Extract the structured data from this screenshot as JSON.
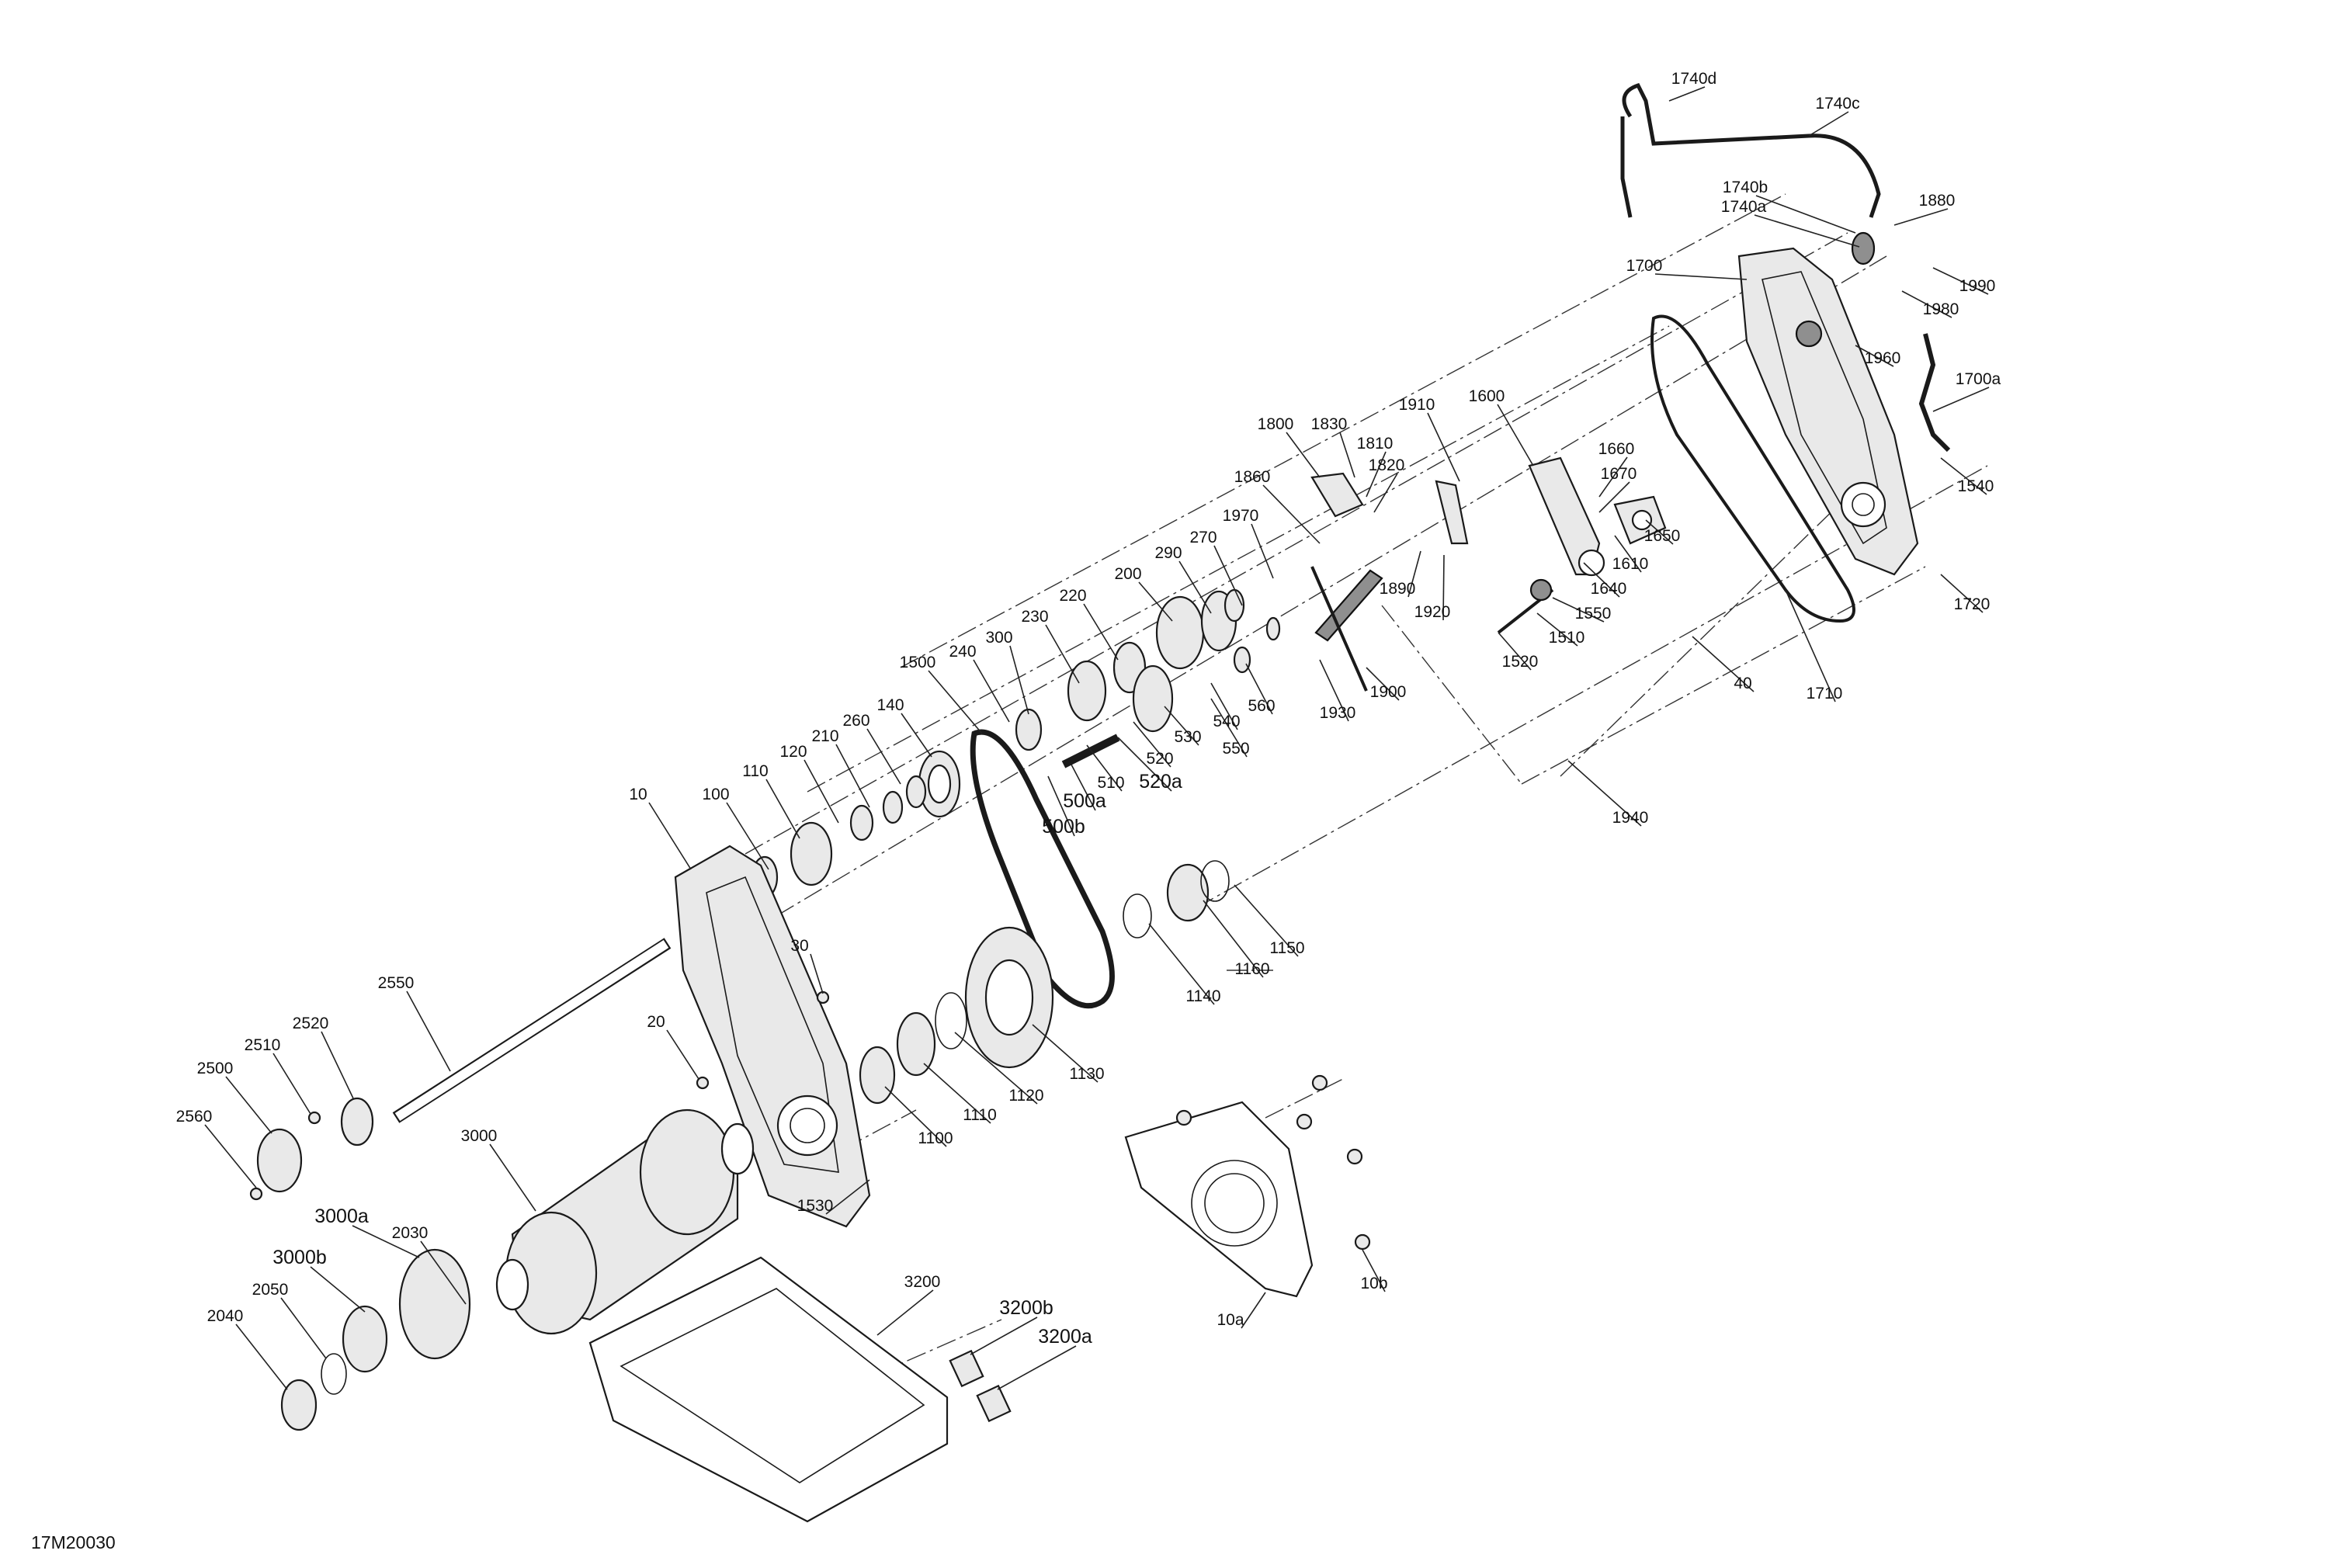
{
  "diagram": {
    "reference_code": "17M20030",
    "callouts": [
      {
        "label": "1740d"
      },
      {
        "label": "1740c"
      },
      {
        "label": "1740b"
      },
      {
        "label": "1740a"
      },
      {
        "label": "1880"
      },
      {
        "label": "1700"
      },
      {
        "label": "1990"
      },
      {
        "label": "1980"
      },
      {
        "label": "1960"
      },
      {
        "label": "1700a"
      },
      {
        "label": "1600"
      },
      {
        "label": "1910"
      },
      {
        "label": "1800"
      },
      {
        "label": "1830"
      },
      {
        "label": "1810"
      },
      {
        "label": "1820"
      },
      {
        "label": "1660"
      },
      {
        "label": "1670"
      },
      {
        "label": "1650"
      },
      {
        "label": "1610"
      },
      {
        "label": "1640"
      },
      {
        "label": "1540"
      },
      {
        "label": "1860"
      },
      {
        "label": "1970"
      },
      {
        "label": "270"
      },
      {
        "label": "290"
      },
      {
        "label": "1890"
      },
      {
        "label": "1920"
      },
      {
        "label": "1550"
      },
      {
        "label": "1510"
      },
      {
        "label": "1520"
      },
      {
        "label": "1720"
      },
      {
        "label": "200"
      },
      {
        "label": "220"
      },
      {
        "label": "230"
      },
      {
        "label": "300"
      },
      {
        "label": "240"
      },
      {
        "label": "1500"
      },
      {
        "label": "560"
      },
      {
        "label": "540"
      },
      {
        "label": "550"
      },
      {
        "label": "530"
      },
      {
        "label": "520"
      },
      {
        "label": "520a"
      },
      {
        "label": "510"
      },
      {
        "label": "500a"
      },
      {
        "label": "500b"
      },
      {
        "label": "1930"
      },
      {
        "label": "1900"
      },
      {
        "label": "40"
      },
      {
        "label": "1710"
      },
      {
        "label": "140"
      },
      {
        "label": "260"
      },
      {
        "label": "210"
      },
      {
        "label": "120"
      },
      {
        "label": "110"
      },
      {
        "label": "100"
      },
      {
        "label": "10"
      },
      {
        "label": "1940"
      },
      {
        "label": "30"
      },
      {
        "label": "2550"
      },
      {
        "label": "20"
      },
      {
        "label": "2520"
      },
      {
        "label": "2510"
      },
      {
        "label": "2500"
      },
      {
        "label": "2560"
      },
      {
        "label": "1150"
      },
      {
        "label": "1160"
      },
      {
        "label": "1140"
      },
      {
        "label": "1130"
      },
      {
        "label": "1120"
      },
      {
        "label": "1110"
      },
      {
        "label": "1100"
      },
      {
        "label": "1530"
      },
      {
        "label": "3000"
      },
      {
        "label": "3000a"
      },
      {
        "label": "2030"
      },
      {
        "label": "3000b"
      },
      {
        "label": "2050"
      },
      {
        "label": "2040"
      },
      {
        "label": "3200"
      },
      {
        "label": "3200b"
      },
      {
        "label": "3200a"
      },
      {
        "label": "10a"
      },
      {
        "label": "10b"
      }
    ]
  }
}
